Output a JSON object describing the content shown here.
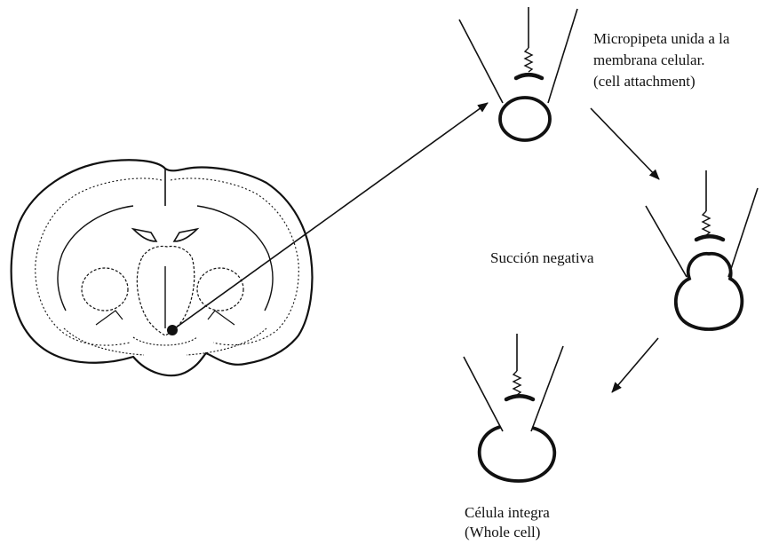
{
  "labels": {
    "cell_attachment": {
      "line1": "Micropipeta unida a la",
      "line2": "membrana celular.",
      "line3": "(cell attachment)"
    },
    "negative_suction": "Succión negativa",
    "whole_cell": {
      "line1": "Célula integra",
      "line2": "(Whole cell)"
    }
  },
  "colors": {
    "ink": "#111111",
    "background": "#ffffff"
  }
}
